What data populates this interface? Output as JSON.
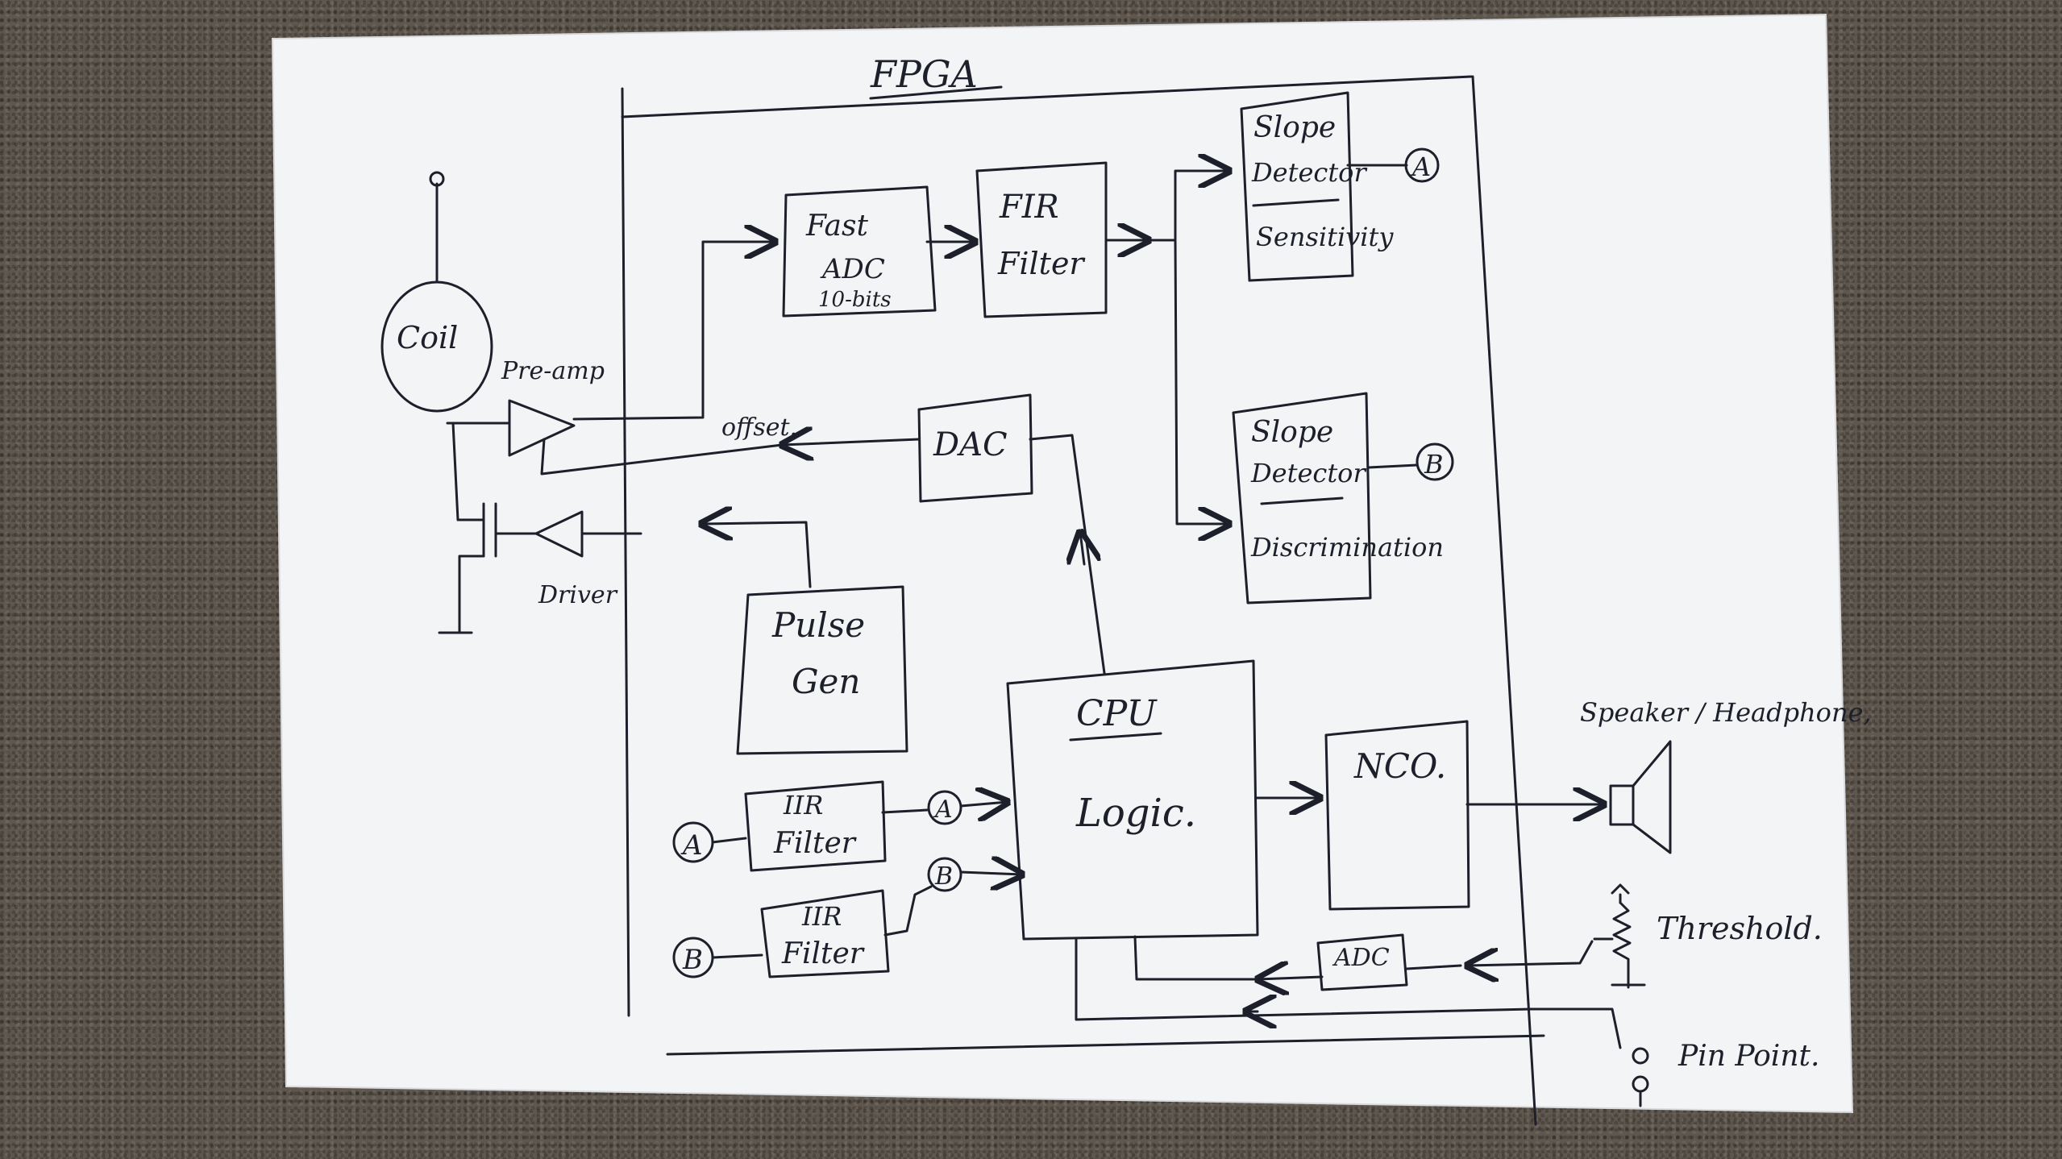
{
  "diagram": {
    "title": "FPGA",
    "blocks": {
      "coil": "Coil",
      "preamp": "Pre-amp",
      "driver": "Driver",
      "offset": "offset.",
      "dac": "DAC",
      "fast_adc_1": "Fast",
      "fast_adc_2": "ADC",
      "fast_adc_3": "10-bits",
      "fir_1": "FIR",
      "fir_2": "Filter",
      "slope_a_1": "Slope",
      "slope_a_2": "Detector",
      "slope_a_3": "Sensitivity",
      "slope_b_1": "Slope",
      "slope_b_2": "Detector",
      "slope_b_3": "Discrimination",
      "pulse_1": "Pulse",
      "pulse_2": "Gen",
      "cpu": "CPU",
      "logic": "Logic.",
      "nco": "NCO.",
      "iir_a_1": "IIR",
      "iir_a_2": "Filter",
      "iir_b_1": "IIR",
      "iir_b_2": "Filter",
      "adc": "ADC",
      "speaker": "Speaker / Headphone,",
      "threshold": "Threshold.",
      "pinpoint": "Pin Point."
    },
    "connectors": {
      "a": "A",
      "b": "B"
    }
  }
}
